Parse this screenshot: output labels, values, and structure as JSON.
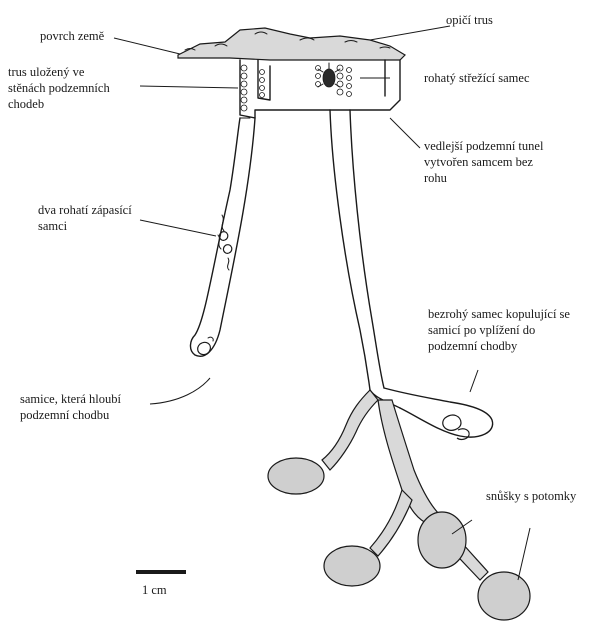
{
  "labels": {
    "surface": "povrch země",
    "monkey_dung": "opičí trus",
    "dung_walls_1": "trus uložený ve",
    "dung_walls_2": "stěnách podzemních",
    "dung_walls_3": "chodeb",
    "horned_guard": "rohatý střežící samec",
    "side_tunnel_1": "vedlejší podzemní tunel",
    "side_tunnel_2": "vytvořen samcem bez",
    "side_tunnel_3": "rohu",
    "two_fighting_1": "dva rohatí zápasící",
    "two_fighting_2": "samci",
    "hornless_1": "bezrohý samec kopulující se",
    "hornless_2": "samicí po vplížení do",
    "hornless_3": "podzemní chodby",
    "female_1": "samice, která hloubí",
    "female_2": "podzemní chodbu",
    "brood": "snůšky s potomky",
    "scale": "1 cm"
  },
  "icons": {
    "beetle": "beetle-icon",
    "brood_ball": "brood-ball-icon"
  },
  "colors": {
    "ink": "#1a1a1a",
    "soil_fill": "#d9d9d9",
    "egg_fill": "#cfcfcf",
    "background": "#ffffff"
  }
}
